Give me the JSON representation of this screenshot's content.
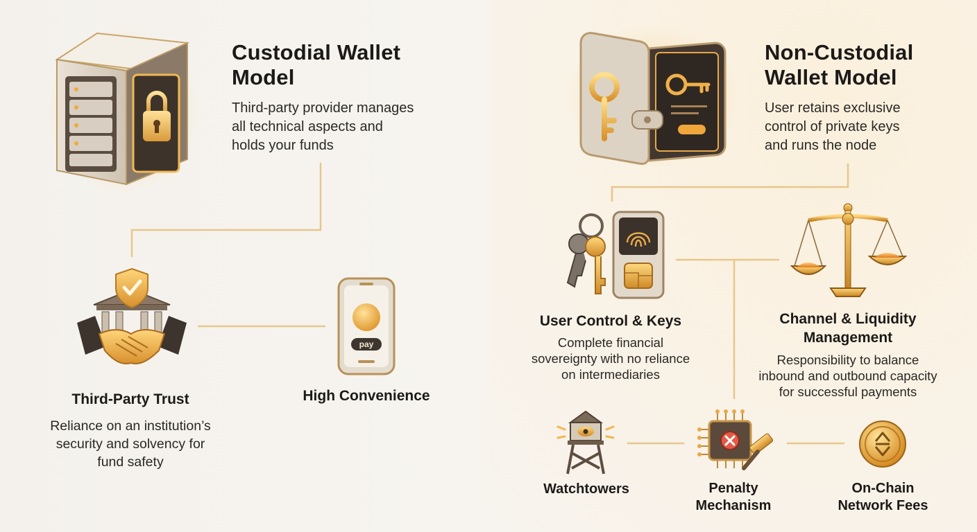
{
  "custodial": {
    "title_line1": "Custodial Wallet",
    "title_line2": "Model",
    "desc_line1": "Third-party provider manages",
    "desc_line2": "all technical aspects and",
    "desc_line3": "holds your funds",
    "trust": {
      "label": "Third-Party Trust",
      "desc_line1": "Reliance on an institution’s",
      "desc_line2": "security and solvency for",
      "desc_line3": "fund safety"
    },
    "convenience": {
      "label": "High Convenience",
      "pay_text": "pay"
    }
  },
  "noncustodial": {
    "title_line1": "Non-Custodial",
    "title_line2": "Wallet Model",
    "desc_line1": "User retains exclusive",
    "desc_line2": "control of private keys",
    "desc_line3": "and runs the node",
    "keys": {
      "label": "User Control & Keys",
      "desc_line1": "Complete financial",
      "desc_line2": "sovereignty with no reliance",
      "desc_line3": "on intermediaries"
    },
    "liquidity": {
      "label_line1": "Channel & Liquidity",
      "label_line2": "Management",
      "desc_line1": "Responsibility to balance",
      "desc_line2": "inbound and outbound capacity",
      "desc_line3": "for successful payments"
    },
    "watchtowers": {
      "label": "Watchtowers"
    },
    "penalty": {
      "label_line1": "Penalty",
      "label_line2": "Mechanism"
    },
    "fees": {
      "label_line1": "On-Chain",
      "label_line2": "Network Fees"
    }
  },
  "colors": {
    "accent_gold": "#e2b058",
    "line_gold": "#e6c78c",
    "bronze": "#6b5d4f"
  }
}
